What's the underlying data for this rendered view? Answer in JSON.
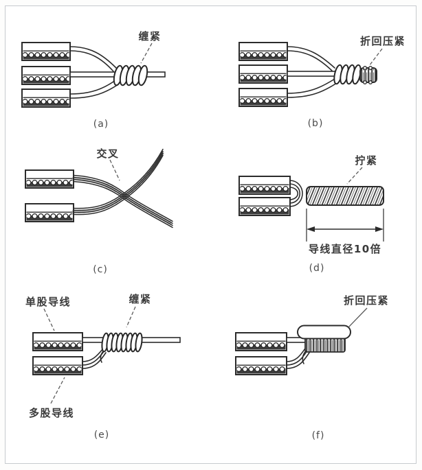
{
  "figure": {
    "colors": {
      "line": "#2b2b2b",
      "label_text": "#3a3a3a",
      "background": "#ffffff",
      "border": "#c6cace"
    },
    "panels": [
      {
        "caption": "(a)",
        "labels": {
          "wrap": "缠紧"
        }
      },
      {
        "caption": "(b)",
        "labels": {
          "fold_press": "折回压紧"
        }
      },
      {
        "caption": "(c)",
        "labels": {
          "cross": "交叉"
        }
      },
      {
        "caption": "(d)",
        "labels": {
          "twist": "拧紧",
          "dimension": "导线直径10倍"
        }
      },
      {
        "caption": "(e)",
        "labels": {
          "single_strand": "单股导线",
          "wrap": "缠紧",
          "multi_strand": "多股导线"
        }
      },
      {
        "caption": "(f)",
        "labels": {
          "fold_press": "折回压紧"
        }
      }
    ]
  }
}
